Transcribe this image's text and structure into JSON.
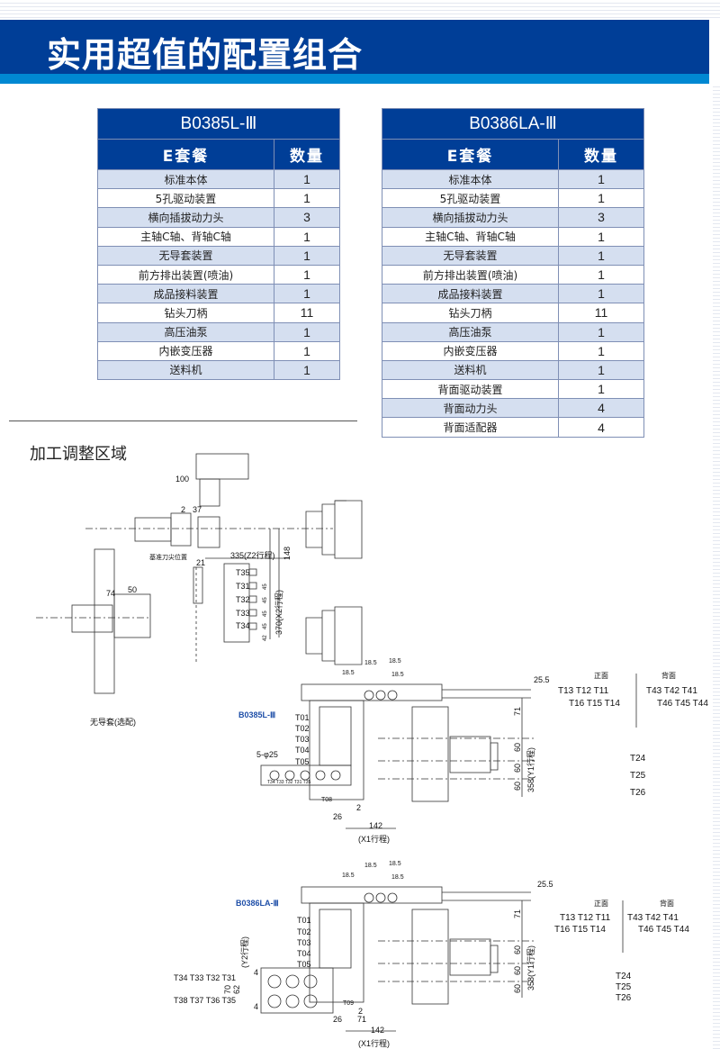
{
  "header": {
    "title": "实用超值的配置组合"
  },
  "tables": [
    {
      "model": "B0385L-Ⅲ",
      "col_item": "E套餐",
      "col_qty": "数量",
      "rows": [
        {
          "item": "标准本体",
          "qty": "1"
        },
        {
          "item": "5孔驱动装置",
          "qty": "1"
        },
        {
          "item": "横向插拔动力头",
          "qty": "3"
        },
        {
          "item": "主轴C轴、背轴C轴",
          "qty": "1"
        },
        {
          "item": "无导套装置",
          "qty": "1"
        },
        {
          "item": "前方排出装置(喷油)",
          "qty": "1"
        },
        {
          "item": "成品接料装置",
          "qty": "1"
        },
        {
          "item": "钻头刀柄",
          "qty": "11"
        },
        {
          "item": "高压油泵",
          "qty": "1"
        },
        {
          "item": "内嵌变压器",
          "qty": "1"
        },
        {
          "item": "送料机",
          "qty": "1"
        }
      ]
    },
    {
      "model": "B0386LA-Ⅲ",
      "col_item": "E套餐",
      "col_qty": "数量",
      "rows": [
        {
          "item": "标准本体",
          "qty": "1"
        },
        {
          "item": "5孔驱动装置",
          "qty": "1"
        },
        {
          "item": "横向插拔动力头",
          "qty": "3"
        },
        {
          "item": "主轴C轴、背轴C轴",
          "qty": "1"
        },
        {
          "item": "无导套装置",
          "qty": "1"
        },
        {
          "item": "前方排出装置(喷油)",
          "qty": "1"
        },
        {
          "item": "成品接料装置",
          "qty": "1"
        },
        {
          "item": "钻头刀柄",
          "qty": "11"
        },
        {
          "item": "高压油泵",
          "qty": "1"
        },
        {
          "item": "内嵌变压器",
          "qty": "1"
        },
        {
          "item": "送料机",
          "qty": "1"
        },
        {
          "item": "背面驱动装置",
          "qty": "1"
        },
        {
          "item": "背面动力头",
          "qty": "4"
        },
        {
          "item": "背面适配器",
          "qty": "4"
        }
      ]
    }
  ],
  "section": {
    "title": "加工调整区域"
  },
  "diagram": {
    "top": {
      "d100": "100",
      "d2": "2",
      "d37": "37",
      "d21": "21",
      "ref": "基准刀尖位置",
      "z2": "335(Z2行程)",
      "d148": "148",
      "x2": "370(X2行程)",
      "d74": "74",
      "d50": "50",
      "guide": "无导套(选配)",
      "tools": [
        "T35",
        "T31",
        "T32",
        "T33",
        "T34"
      ],
      "pitch": [
        "45",
        "45",
        "45",
        "45",
        "42"
      ]
    },
    "mid": {
      "model": "B0385L-Ⅲ",
      "d185": "18.5",
      "d255": "25.5",
      "front": "正面",
      "back": "背面",
      "f1": "T13  T12  T11",
      "f2": "T16  T15  T14",
      "b1": "T43  T42  T41",
      "b2": "T46  T45  T44",
      "tools": [
        "T01",
        "T02",
        "T03",
        "T04",
        "T05"
      ],
      "holes": "5-φ25",
      "d71": "71",
      "d60": "60",
      "y1": "358(Y1行程)",
      "t24": "T24",
      "t25": "T25",
      "t26": "T26",
      "d2": "2",
      "d26": "26",
      "d142": "142",
      "x1": "(X1行程)",
      "t08": "T08",
      "small": "T34  T33  T32  T31  T35"
    },
    "low": {
      "model": "B0386LA-Ⅲ",
      "d185": "18.5",
      "d255": "25.5",
      "front": "正面",
      "back": "背面",
      "f1": "T13  T12  T11",
      "f2": "T16  T15  T14",
      "b1": "T43  T42  T41",
      "b2": "T46  T45  T44",
      "tools": [
        "T01",
        "T02",
        "T03",
        "T04",
        "T05"
      ],
      "r1": "T34 T33 T32 T31",
      "r2": "T38 T37 T36 T35",
      "y2": "(Y2行程)",
      "d70": "70",
      "d62": "62",
      "d4": "4",
      "d71": "71",
      "d60": "60",
      "y1": "358(Y1行程)",
      "t24": "T24",
      "t25": "T25",
      "t26": "T26",
      "d2": "2",
      "d26": "26",
      "d142": "142",
      "x1": "(X1行程)",
      "t09": "T09"
    }
  },
  "colors": {
    "navy": "#003e97",
    "blue": "#0088d2",
    "row": "#d5dff0"
  }
}
